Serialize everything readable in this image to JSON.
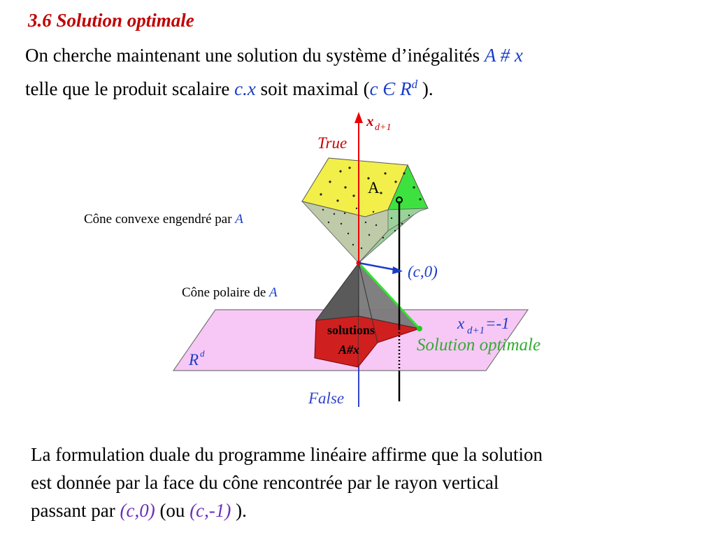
{
  "heading": "3.6  Solution optimale",
  "intro": {
    "line1_text": "On cherche maintenant une solution du système d’inégalités ",
    "line1_math": "A # x",
    "line2_text_a": "telle que le produit scalaire ",
    "line2_math_cx": "c.x",
    "line2_text_b": " soit maximal (",
    "line2_math_c": "c Є R",
    "line2_sup": "d",
    "line2_text_c": " )."
  },
  "diagram": {
    "axis_label": "x",
    "axis_label_sub": "d+1",
    "true_label": "True",
    "false_label": "False",
    "point_A": "A",
    "vector_label": "(c,0)",
    "plane_eq": "x",
    "plane_eq_sub": "d+1",
    "plane_eq_rhs": "=-1",
    "space_label": "R",
    "space_label_sup": "d",
    "solutions_line1": "solutions",
    "solutions_line2": "A#x",
    "optimal_label": "Solution optimale",
    "cone_convex_text": "Cône convexe engendré par ",
    "cone_convex_math": "A",
    "cone_polar_text": "Cône polaire de ",
    "cone_polar_math": "A",
    "colors": {
      "plane": "#f7c8f5",
      "upper_yellow": "#f2ef4a",
      "upper_green": "#3ee23e",
      "polar_dark": "#555555",
      "solution_red": "#d01f1f",
      "optimal_green": "#33aa33",
      "axis_red": "#ee0000",
      "axis_blue": "#3344cc"
    }
  },
  "conclusion": {
    "line1": "La formulation duale du programme linéaire affirme que la solution",
    "line2": "est donnée par la face du cône rencontrée par le rayon vertical",
    "line3_text": "passant par ",
    "line3_m1": "(c,0)",
    "line3_mid": " (ou ",
    "line3_m2": "(c,-1)",
    "line3_end": " )."
  }
}
